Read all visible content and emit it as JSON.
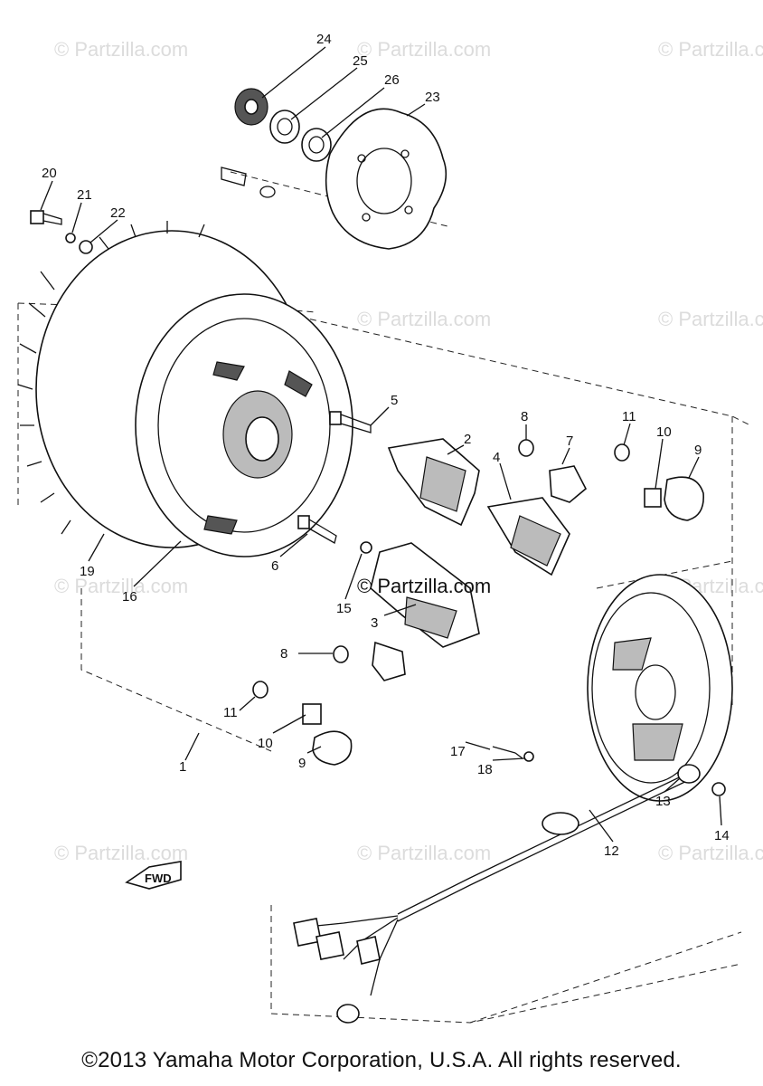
{
  "watermark": "© Partzilla.com",
  "watermark_main": "© Partzilla.com",
  "copyright": "©2013 Yamaha Motor Corporation, U.S.A. All rights reserved.",
  "direction_marker": "FWD",
  "callouts": [
    "24",
    "25",
    "26",
    "23",
    "20",
    "21",
    "22",
    "5",
    "2",
    "8",
    "7",
    "11",
    "10",
    "9",
    "4",
    "19",
    "16",
    "6",
    "15",
    "3",
    "8",
    "11",
    "10",
    "9",
    "1",
    "17",
    "18",
    "13",
    "14",
    "12"
  ]
}
